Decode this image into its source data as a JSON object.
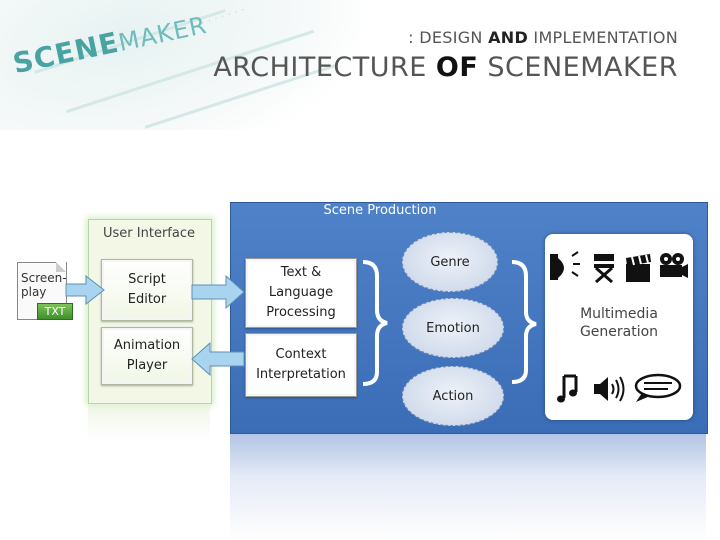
{
  "header": {
    "logo_text_1": "SCENE",
    "logo_text_2": "MAKER",
    "subtitle_prefix": ": DESIGN ",
    "subtitle_and": "AND",
    "subtitle_suffix": " IMPLEMENTATION",
    "title_prefix": "ARCHITECTURE ",
    "title_of": "OF",
    "title_suffix": " SCENEMAKER"
  },
  "input_file": {
    "label_line1": "Screen-",
    "label_line2": "play",
    "badge": "TXT"
  },
  "user_interface": {
    "title": "User Interface",
    "script_editor": "Script Editor",
    "animation_player": "Animation Player"
  },
  "scene_production": {
    "title": "Scene Production",
    "text_language_processing": "Text & Language Processing",
    "context_interpretation": "Context Interpretation",
    "genre": "Genre",
    "emotion": "Emotion",
    "action": "Action",
    "multimedia_generation_line1": "Multimedia",
    "multimedia_generation_line2": "Generation"
  },
  "icons": [
    "lighting-icon",
    "director-chair-icon",
    "clapperboard-icon",
    "camera-icon",
    "music-note-icon",
    "speaker-icon",
    "speech-bubble-icon"
  ],
  "colors": {
    "scene_panel": "#3f72bb",
    "ui_panel": "#f2f7e6",
    "arrow_fill": "#a9d4f0"
  }
}
